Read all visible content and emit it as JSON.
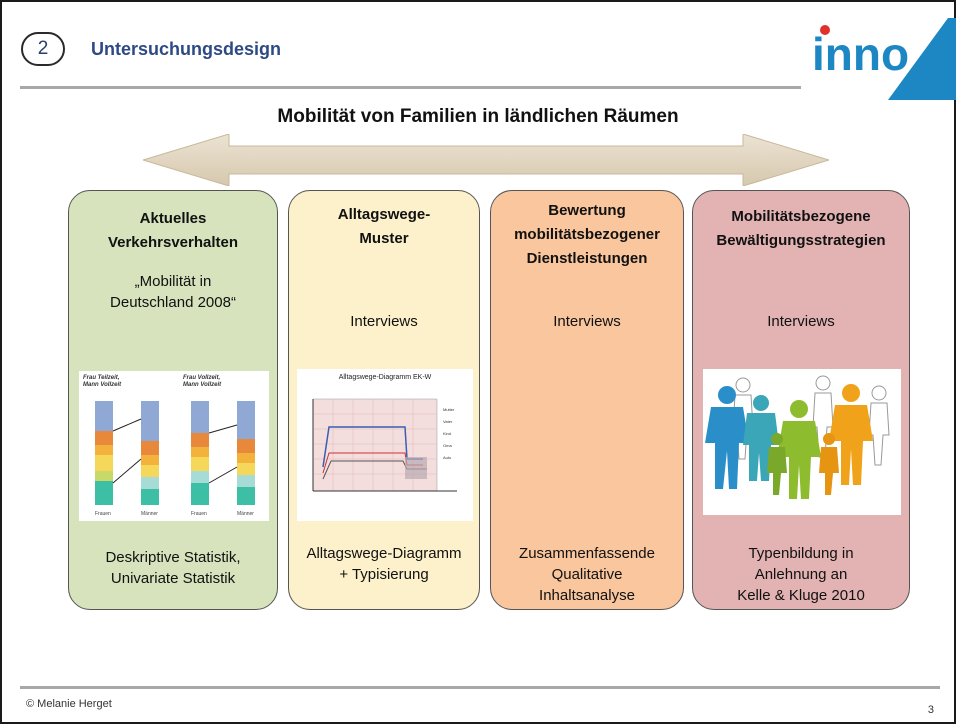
{
  "header": {
    "number": "2",
    "title": "Untersuchungsdesign",
    "logo_text": "inno"
  },
  "main_title": "Mobilität von Familien in ländlichen Räumen",
  "columns": [
    {
      "heading": [
        "Aktuelles",
        "Verkehrsverhalten"
      ],
      "method": [
        "„Mobilität in",
        "Deutschland 2008“"
      ],
      "bottom": [
        "Deskriptive Statistik,",
        "Univariate Statistik"
      ],
      "image": {
        "left_title": [
          "Frau Teilzeit,",
          "Mann Vollzeit"
        ],
        "right_title": [
          "Frau Vollzeit,",
          "Mann Vollzeit"
        ],
        "x_labels": [
          "Frauen",
          "Männer",
          "Frauen",
          "Männer"
        ]
      }
    },
    {
      "heading": [
        "Alltagswege-",
        "Muster"
      ],
      "method": [
        "Interviews"
      ],
      "bottom": [
        "Alltagswege-Diagramm",
        "+ Typisierung"
      ],
      "image": {
        "title": "Alltagswege-Diagramm EK-W",
        "legend": [
          "Mutter",
          "Vater",
          "Kind",
          "Oma",
          "Auto"
        ]
      }
    },
    {
      "heading": [
        "Bewertung",
        "mobilitätsbezogener",
        "Dienstleistungen"
      ],
      "method": [
        "Interviews"
      ],
      "bottom": [
        "Zusammenfassende",
        "Qualitative",
        "Inhaltsanalyse"
      ]
    },
    {
      "heading": [
        "Mobilitätsbezogene",
        "Bewältigungsstrategien"
      ],
      "method": [
        "Interviews"
      ],
      "bottom": [
        "Typenbildung in",
        "Anlehnung an",
        "Kelle & Kluge 2010"
      ]
    }
  ],
  "footer": {
    "copyright": "© Melanie Herget",
    "page": "3"
  },
  "colors": {
    "title_blue": "#2e4a85",
    "logo_blue": "#1d87c4",
    "logo_red": "#e0312b",
    "col1": "#d6e3bd",
    "col2": "#fdf1cb",
    "col3": "#f9c69d",
    "col4": "#e3b3b3"
  }
}
